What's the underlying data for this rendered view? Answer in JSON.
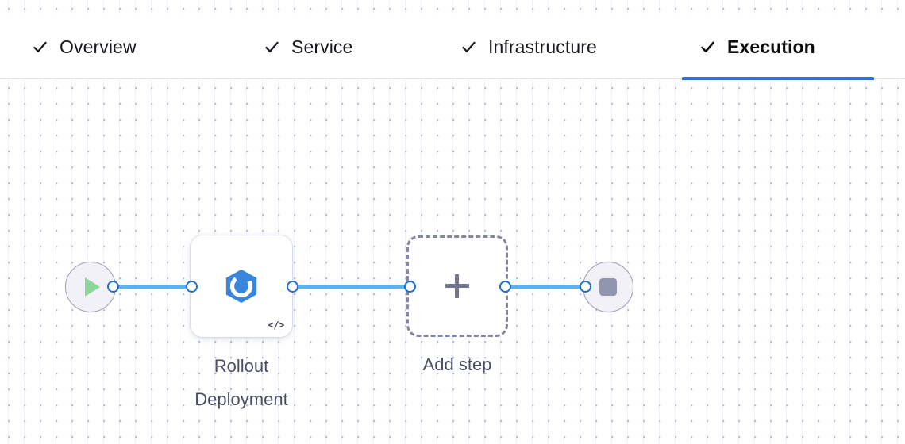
{
  "tabs": [
    {
      "label": "Overview",
      "icon": "check-icon",
      "active": false,
      "complete": true
    },
    {
      "label": "Service",
      "icon": "check-icon",
      "active": false,
      "complete": true
    },
    {
      "label": "Infrastructure",
      "icon": "check-icon",
      "active": false,
      "complete": true
    },
    {
      "label": "Execution",
      "icon": "check-icon",
      "active": true,
      "complete": true
    }
  ],
  "pipeline": {
    "start_node": {
      "icon": "play-icon",
      "name": "start"
    },
    "end_node": {
      "icon": "stop-icon",
      "name": "end"
    },
    "steps": [
      {
        "label": "Rollout\nDeployment",
        "icon": "rollout-deployment-icon",
        "badge": "</>",
        "badge_icon": "code-icon"
      }
    ],
    "add_step": {
      "label": "Add step",
      "icon": "plus-icon"
    }
  },
  "colors": {
    "accent": "#2e6fd4",
    "edge": "#58b4f0",
    "handle_border": "#1b6fd4",
    "step_icon": "#3a85de",
    "play": "#8bd69a",
    "stop": "#9295ae",
    "terminal_fill": "#f2f1f8",
    "terminal_border": "#9a9bb4",
    "dashed_border": "#8487a0",
    "label_text": "#4a4e64",
    "grid_dot": "#b9c0d0",
    "grid_line": "#eef5fd"
  }
}
